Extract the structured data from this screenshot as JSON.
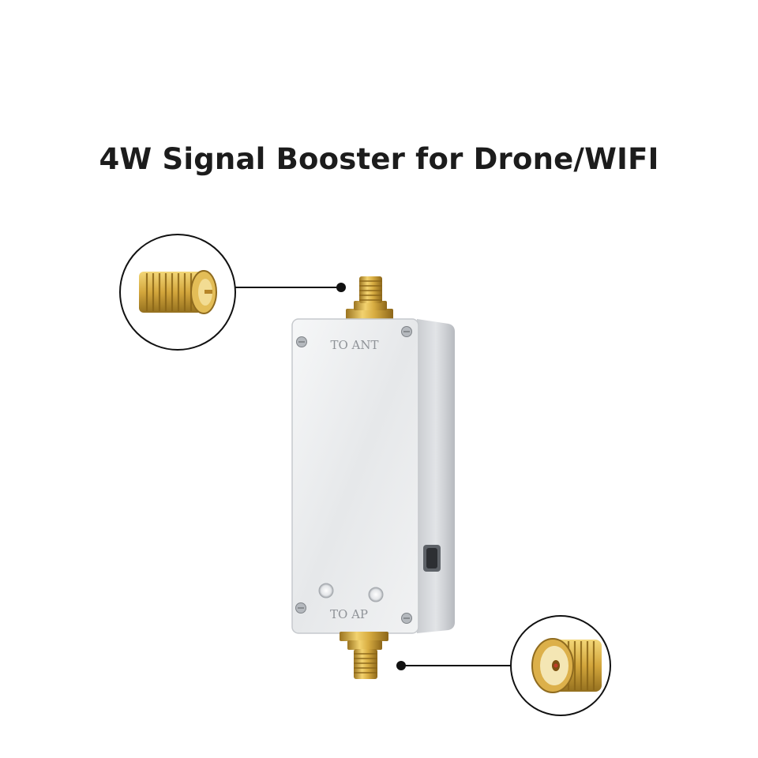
{
  "title": "4W Signal Booster for Drone/WIFI",
  "device": {
    "port_top_label": "TO ANT",
    "port_bottom_label": "TO AP"
  },
  "colors": {
    "background": "#ffffff",
    "title": "#1c1c1c",
    "housing": "#e9ebed",
    "connector_gold": "#d4a93c",
    "callout_line": "#111111"
  },
  "icons": {
    "top_callout": "rp-sma-female-connector-icon",
    "bottom_callout": "sma-female-connector-icon"
  }
}
